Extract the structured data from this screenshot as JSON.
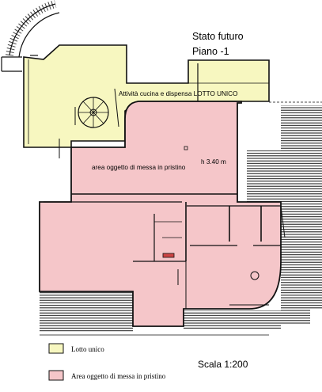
{
  "title": {
    "line1": "Stato futuro",
    "line2": "Piano -1"
  },
  "labels": {
    "kitchen": "Attività cucina e dispensa LOTTO UNICO",
    "height": "h 3.40 m",
    "area": "area oggetto di messa in pristino"
  },
  "legend": {
    "items": [
      {
        "label": "Lotto unico",
        "color": "#f7f7c0"
      },
      {
        "label": "Area oggetto di messa in pristino",
        "color": "#f5c6c9"
      }
    ]
  },
  "scale": "Scala 1:200",
  "colors": {
    "lotto": "#f7f7c0",
    "pristino": "#f5c6c9",
    "wall": "#111111"
  }
}
